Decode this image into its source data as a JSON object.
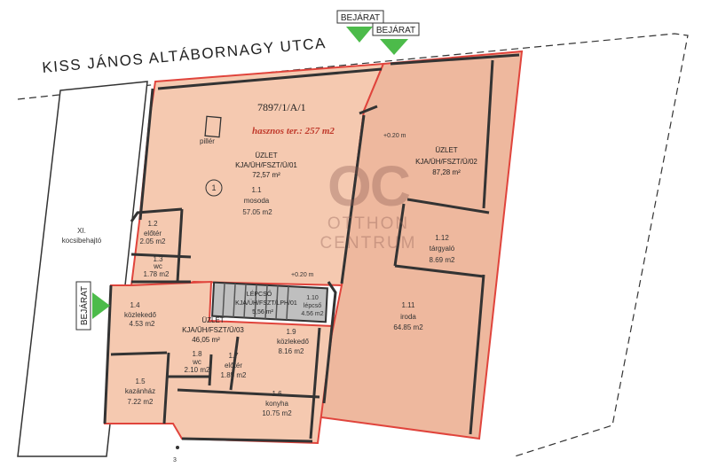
{
  "street": "KISS JÁNOS ALTÁBORNAGY UTCA",
  "entrances": [
    "BEJÁRAT",
    "BEJÁRAT",
    "BEJÁRAT"
  ],
  "parcel": {
    "id": "7897/1/A/1",
    "useful_area": "hasznos ter.: 257 m2"
  },
  "units": [
    {
      "title": "ÜZLET",
      "code": "KJA/ÜH/FSZT/Ü/01",
      "area": "72,57 m²"
    },
    {
      "title": "ÜZLET",
      "code": "KJA/ÜH/FSZT/Ü/02",
      "area": "87,28 m²"
    },
    {
      "title": "ÜZLET",
      "code": "KJA/ÜH/FSZT/Ü/03",
      "area": "46,05 m²"
    },
    {
      "title": "LÉPCSŐ",
      "code": "KJA/ÜH/FSZT/LPH/01",
      "area": "5,56 m²"
    }
  ],
  "rooms": [
    {
      "num": "1.1",
      "name": "mosoda",
      "area": "57.05 m2"
    },
    {
      "num": "1.2",
      "name": "előtér",
      "area": "2.05 m2"
    },
    {
      "num": "1.3",
      "name": "wc",
      "area": "1.78 m2"
    },
    {
      "num": "1.4",
      "name": "közlekedő",
      "area": "4.53 m2"
    },
    {
      "num": "1.5",
      "name": "kazánház",
      "area": "7.22 m2"
    },
    {
      "num": "1.6",
      "name": "konyha",
      "area": "10.75 m2"
    },
    {
      "num": "1.7",
      "name": "előtér",
      "area": "1.85 m2"
    },
    {
      "num": "1.8",
      "name": "wc",
      "area": "2.10 m2"
    },
    {
      "num": "1.9",
      "name": "közlekedő",
      "area": "8.16 m2"
    },
    {
      "num": "1.10",
      "name": "lépcső",
      "area": "4.56 m2"
    },
    {
      "num": "1.11",
      "name": "iroda",
      "area": "64.85 m2"
    },
    {
      "num": "1.12",
      "name": "tárgyaló",
      "area": "8.69 m2"
    }
  ],
  "neighbor": {
    "num": "XI.",
    "name": "kocsibehajtó"
  },
  "labels": {
    "pillar": "pillér",
    "circle": "1",
    "level_a": "+0.20 m",
    "level_b": "+0.20 m",
    "point": "3"
  },
  "watermark": {
    "logo": "OC",
    "name": "OTTHON CENTRUM"
  },
  "colors": {
    "unit_fill": "#f5c9b0",
    "unit_fill_dark": "#eeb89e",
    "outline": "#e0443c",
    "wall": "#333333"
  }
}
